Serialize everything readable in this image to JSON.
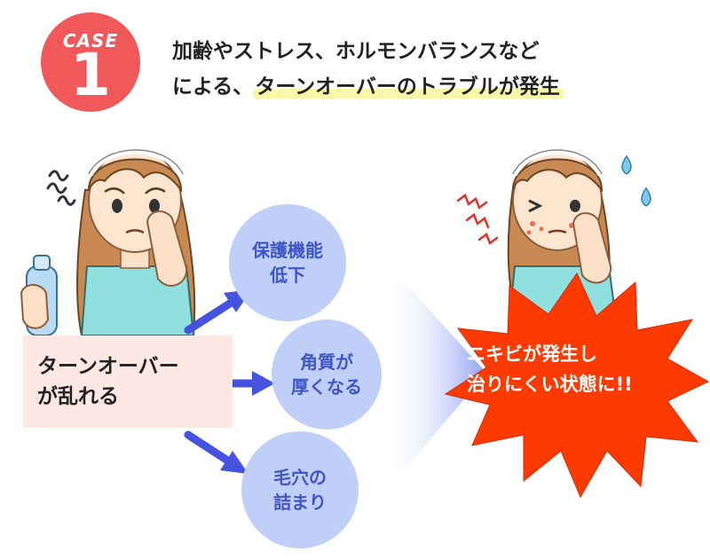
{
  "case_badge": {
    "word": "CASE",
    "number": "1",
    "color": "#f1585a"
  },
  "headline": {
    "line1": "加齢やストレス、ホルモンバランスなど",
    "line2_plain": "による、",
    "line2_highlight": "ターンオーバーのトラブルが発生"
  },
  "cause": {
    "line1": "ターンオーバー",
    "line2": "が乱れる"
  },
  "effects": [
    {
      "line1": "保護機能",
      "line2": "低下"
    },
    {
      "line1": "角質が",
      "line2": "厚くなる"
    },
    {
      "line1": "毛穴の",
      "line2": "詰まり"
    }
  ],
  "result": {
    "line1": "ニキビが発生し",
    "line2": "治りにくい状態に!!"
  },
  "colors": {
    "bubble_fill": "#bfcff7",
    "bubble_text": "#3f55c9",
    "arrow": "#4652e0",
    "burst_fill": "#ff3a00",
    "cause_box": "#fde8e4",
    "highlight": "#fbf7a8"
  },
  "illustrations": {
    "left": "worried-woman-holding-lotion-bottle",
    "right": "distressed-woman-with-acne"
  }
}
